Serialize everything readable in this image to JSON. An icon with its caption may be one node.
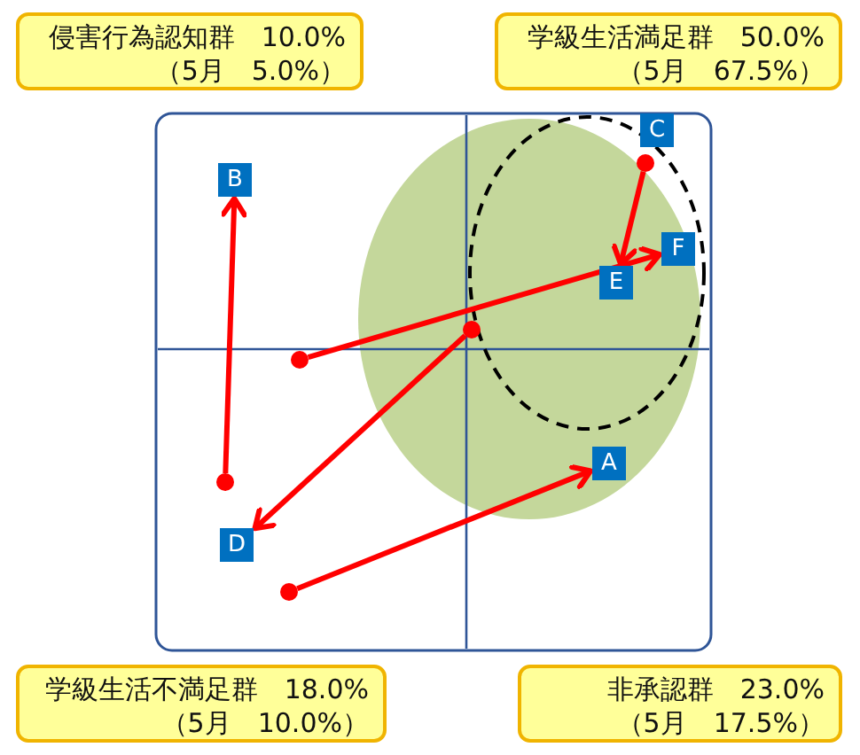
{
  "diagram": {
    "nodes": [
      {
        "text": [
          "侵害行為認知群　10.0%",
          "（5月　5.0%）"
        ]
      },
      {
        "text": [
          "学級生活満足群　50.0%",
          "（5月　67.5%）"
        ]
      },
      {
        "text": [
          "C"
        ]
      },
      {
        "text": [
          "B"
        ]
      },
      {
        "text": [],
        "shape": "circle"
      },
      {
        "text": [
          "F"
        ]
      },
      {
        "text": [
          "E"
        ]
      },
      {
        "text": [],
        "shape": "circle"
      },
      {
        "text": [],
        "shape": "circle"
      },
      {
        "text": [
          "A"
        ]
      },
      {
        "text": [],
        "shape": "circle"
      },
      {
        "text": [
          "D"
        ]
      },
      {
        "text": [],
        "shape": "circle"
      },
      {
        "text": [
          "学級生活不満足群　18.0%",
          "（5月　10.0%）"
        ]
      },
      {
        "text": [
          "非承認群　23.0%",
          "（5月　17.5%）"
        ]
      }
    ],
    "edges": [
      {
        "from": 10,
        "to": 3,
        "arrow": "to"
      },
      {
        "from": 8,
        "to": 5,
        "arrow": "to"
      },
      {
        "from": 7,
        "to": 11,
        "arrow": "to"
      },
      {
        "from": 12,
        "to": 9,
        "arrow": "to"
      },
      {
        "from": 4,
        "to": 6,
        "arrow": "to"
      }
    ]
  }
}
